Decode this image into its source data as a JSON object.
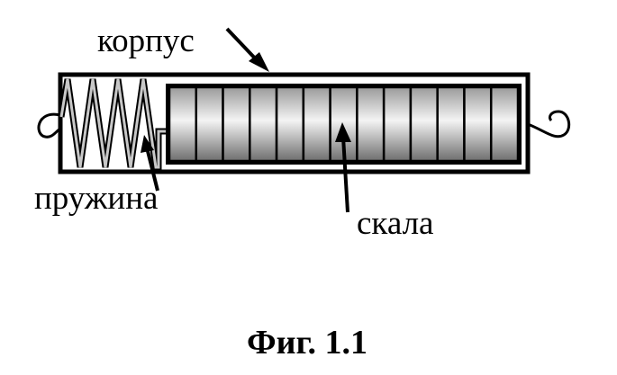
{
  "diagram": {
    "labels": {
      "body": "корпус",
      "spring": "пружина",
      "scale": "скала"
    },
    "caption": "Фиг. 1.1",
    "scale_divisions": 13,
    "spring_coils": 4,
    "colors": {
      "stroke": "#000000",
      "background": "#ffffff",
      "spring_fill": "#c8c8c8",
      "scale_light": "#f4f4f4",
      "scale_dark": "#7a7a7a"
    }
  }
}
